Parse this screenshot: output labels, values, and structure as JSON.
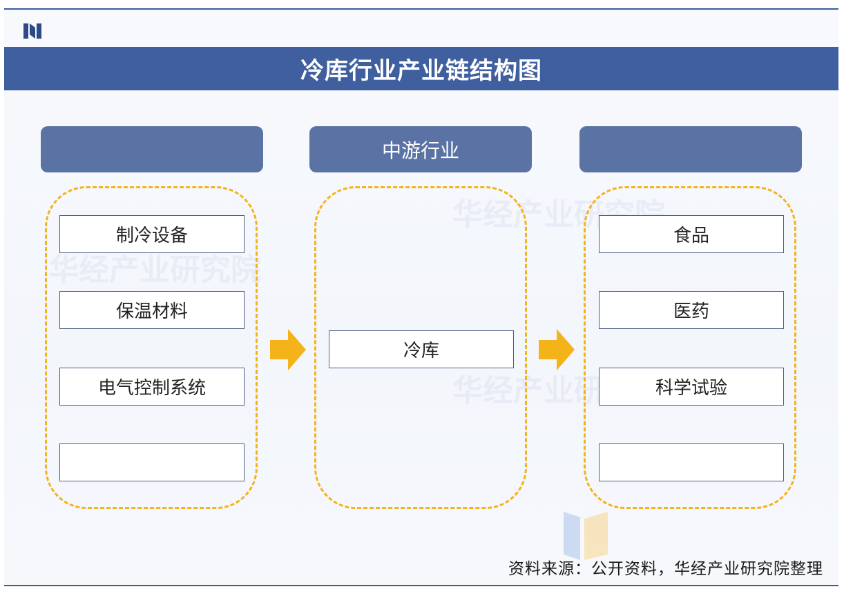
{
  "title": "冷库行业产业链结构图",
  "columns": {
    "upstream": {
      "header": "",
      "items": [
        "制冷设备",
        "保温材料",
        "电气控制系统",
        ""
      ]
    },
    "midstream": {
      "header": "中游行业",
      "items": [
        "冷库"
      ]
    },
    "downstream": {
      "header": "",
      "items": [
        "食品",
        "医药",
        "科学试验",
        ""
      ]
    }
  },
  "source": "资料来源：公开资料，华经产业研究院整理",
  "colors": {
    "title_bar": "#3f5f9f",
    "header": "#5b73a4",
    "dash": "#f5b31a",
    "arrow": "#f5b31a"
  }
}
